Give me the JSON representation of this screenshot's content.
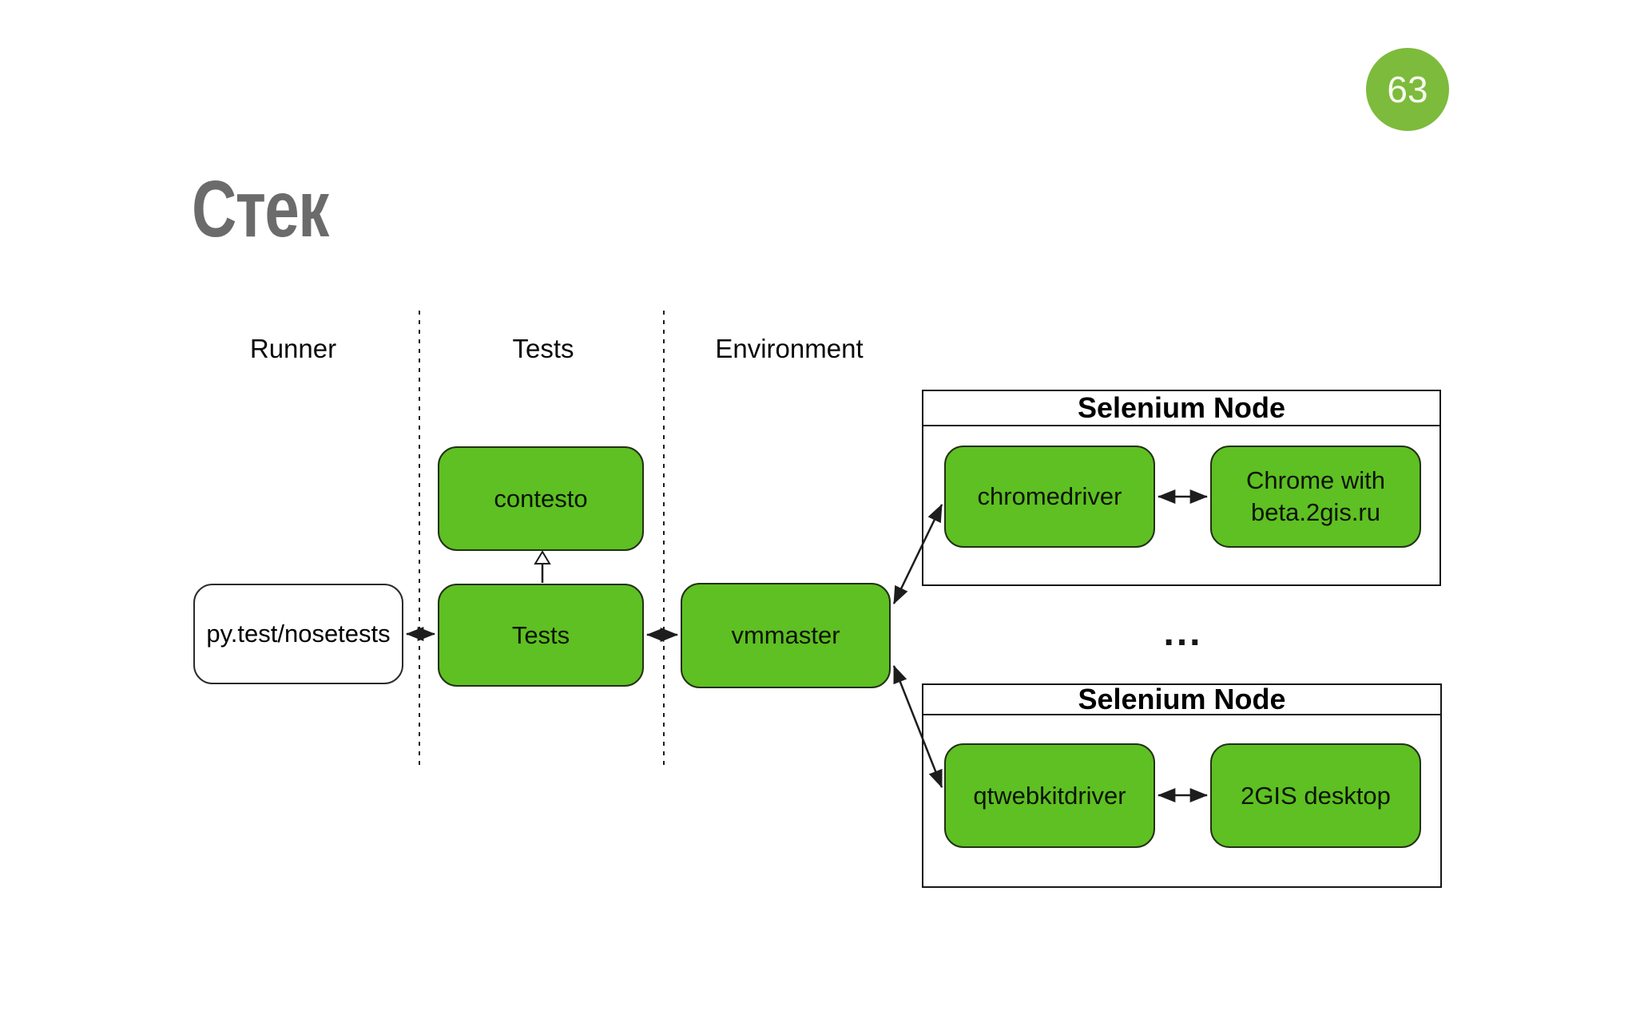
{
  "slide": {
    "title": "Стек",
    "page_number": "63"
  },
  "columns": [
    {
      "label": "Runner"
    },
    {
      "label": "Tests"
    },
    {
      "label": "Environment"
    }
  ],
  "nodes": {
    "pytest": {
      "label": "py.test/nosetests"
    },
    "contesto": {
      "label": "contesto"
    },
    "tests": {
      "label": "Tests"
    },
    "vmmaster": {
      "label": "vmmaster"
    },
    "chromedriver": {
      "label": "chromedriver"
    },
    "chrome_beta": {
      "line1": "Chrome with",
      "line2": "beta.2gis.ru"
    },
    "qtwebkitdriver": {
      "label": "qtwebkitdriver"
    },
    "gis_desktop": {
      "label": "2GIS desktop"
    }
  },
  "containers": {
    "top": {
      "title": "Selenium Node"
    },
    "bottom": {
      "title": "Selenium Node"
    }
  },
  "ellipsis": "...",
  "colors": {
    "node_green": "#5ec023",
    "badge_green": "#7dbb3c",
    "title_gray": "#6b6b6b",
    "line_black": "#1d1d1d",
    "background": "#ffffff"
  }
}
